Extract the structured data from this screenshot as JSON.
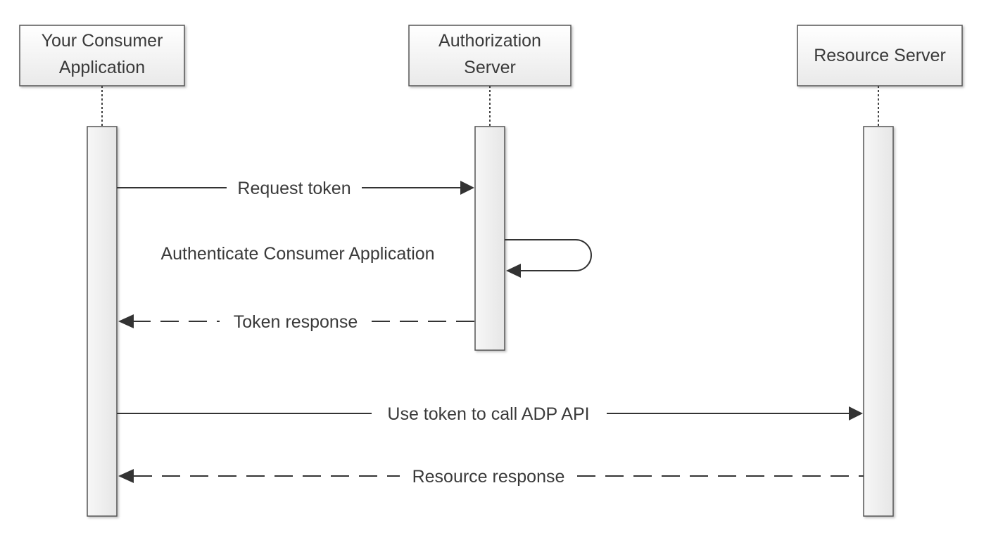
{
  "participants": [
    {
      "id": "consumer",
      "lines": [
        "Your Consumer",
        "Application"
      ]
    },
    {
      "id": "auth",
      "lines": [
        "Authorization",
        "Server"
      ]
    },
    {
      "id": "resource",
      "lines": [
        "Resource Server"
      ]
    }
  ],
  "messages": [
    {
      "id": "request-token",
      "label": "Request token",
      "from": "consumer",
      "to": "auth",
      "style": "solid"
    },
    {
      "id": "authenticate",
      "label": "Authenticate Consumer Application",
      "from": "auth",
      "to": "auth",
      "style": "self"
    },
    {
      "id": "token-response",
      "label": "Token response",
      "from": "auth",
      "to": "consumer",
      "style": "dashed"
    },
    {
      "id": "use-token",
      "label": "Use token to call ADP API",
      "from": "consumer",
      "to": "resource",
      "style": "solid"
    },
    {
      "id": "resource-response",
      "label": "Resource response",
      "from": "resource",
      "to": "consumer",
      "style": "dashed"
    }
  ]
}
